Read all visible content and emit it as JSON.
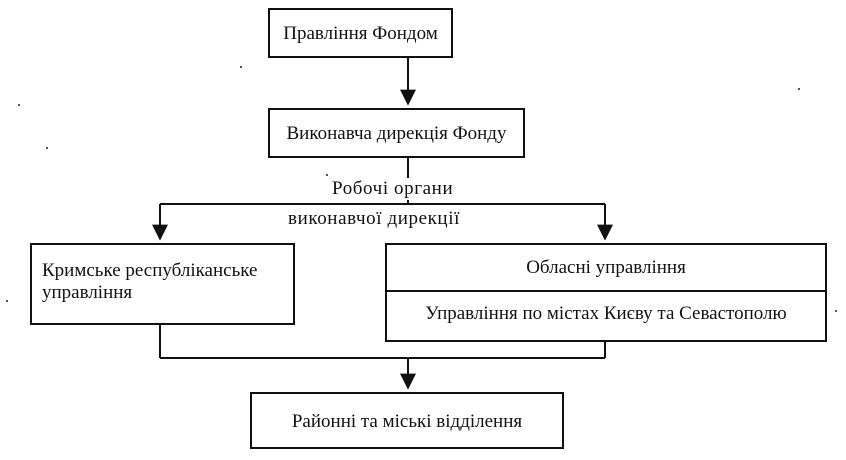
{
  "diagram": {
    "nodes": {
      "board": "Правління Фондом",
      "executive_directorate": "Виконавча дирекція Фонду",
      "crimea_line1": "Кримське республіканське",
      "crimea_line2": "управління",
      "regional": "Обласні управління",
      "kyiv_sevastopol": "Управління по містах Києву та Севастополю",
      "district_city": "Районні та міські відділення"
    },
    "edge_label": {
      "line1": "Робочі органи",
      "line2": "виконавчої дирекції"
    }
  },
  "colors": {
    "line": "#111111",
    "background": "#ffffff"
  }
}
